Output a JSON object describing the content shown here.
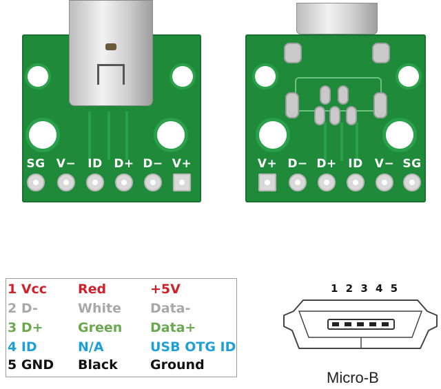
{
  "left_board": {
    "labels": [
      "SG",
      "V−",
      "ID",
      "D+",
      "D−",
      "V+"
    ]
  },
  "right_board": {
    "labels": [
      "V+",
      "D−",
      "D+",
      "ID",
      "V−",
      "SG"
    ]
  },
  "pin_table": {
    "rows": [
      {
        "pin": "1 Vcc",
        "wire": "Red",
        "signal": "+5V",
        "color": "#d0202a"
      },
      {
        "pin": "2 D-",
        "wire": "White",
        "signal": "Data-",
        "color": "#a8a8a8"
      },
      {
        "pin": "3 D+",
        "wire": "Green",
        "signal": "Data+",
        "color": "#6aa84f"
      },
      {
        "pin": "4 ID",
        "wire": "N/A",
        "signal": "USB OTG ID",
        "color": "#1ea0d6"
      },
      {
        "pin": "5 GND",
        "wire": "Black",
        "signal": "Ground",
        "color": "#111111"
      }
    ]
  },
  "micro_b": {
    "pin_numbers": "1 2 3 4 5",
    "caption": "Micro-B"
  }
}
